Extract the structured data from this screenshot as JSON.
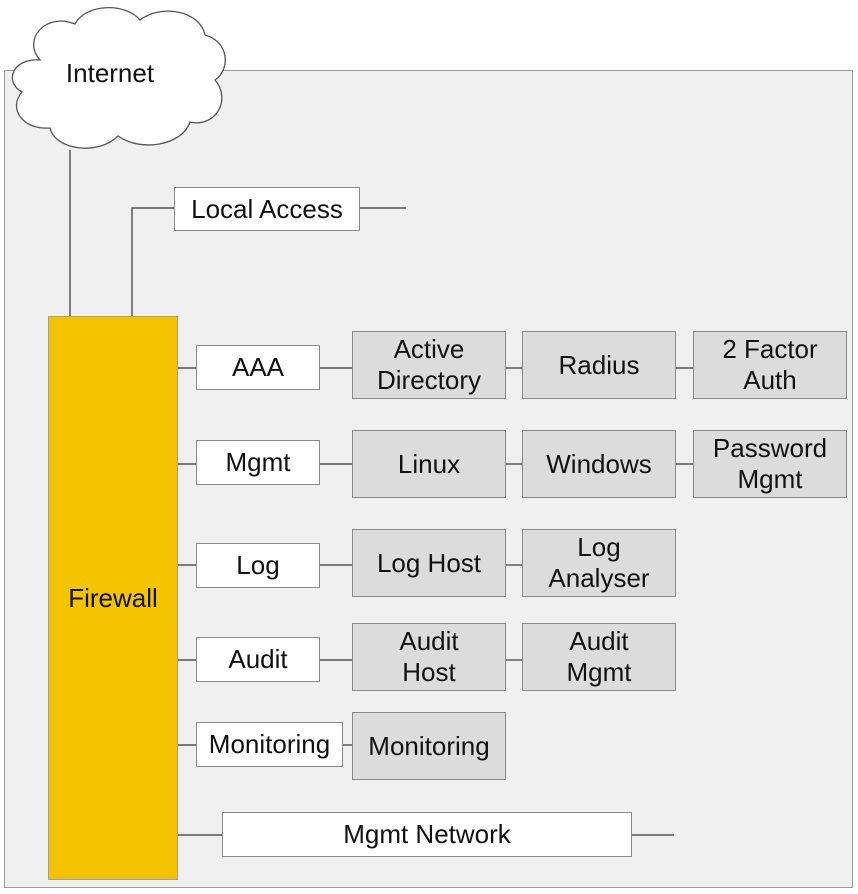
{
  "internet": "Internet",
  "local_access": "Local Access",
  "firewall": "Firewall",
  "mgmt_network": "Mgmt Network",
  "rows": {
    "aaa": {
      "label": "AAA",
      "items": [
        "Active\nDirectory",
        "Radius",
        "2 Factor\nAuth"
      ]
    },
    "mgmt": {
      "label": "Mgmt",
      "items": [
        "Linux",
        "Windows",
        "Password\nMgmt"
      ]
    },
    "log": {
      "label": "Log",
      "items": [
        "Log Host",
        "Log\nAnalyser"
      ]
    },
    "audit": {
      "label": "Audit",
      "items": [
        "Audit\nHost",
        "Audit\nMgmt"
      ]
    },
    "monitoring": {
      "label": "Monitoring",
      "items": [
        "Monitoring"
      ]
    }
  },
  "colors": {
    "firewall": "#f5c400",
    "component": "#dcdcdc",
    "background": "#f0f0f0"
  }
}
